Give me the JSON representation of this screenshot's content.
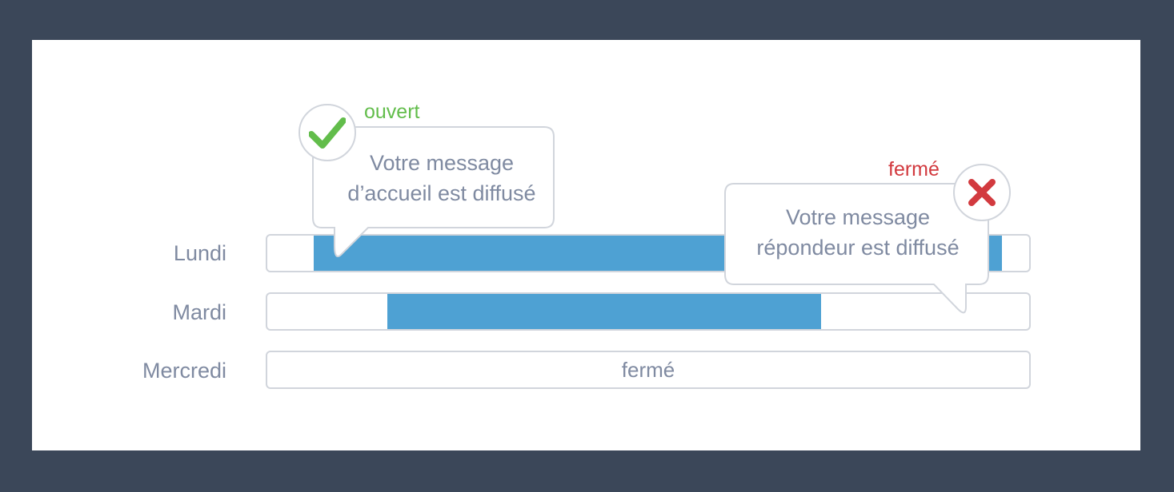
{
  "days": [
    {
      "label": "Lundi"
    },
    {
      "label": "Mardi"
    },
    {
      "label": "Mercredi",
      "closed_text": "fermé"
    }
  ],
  "callout_open": {
    "status_word": "ouvert",
    "line1": "Votre message",
    "line2": "d’accueil est diffusé",
    "icon": "check-icon",
    "color": "#62bd4b"
  },
  "callout_closed": {
    "status_word": "fermé",
    "line1": "Votre message",
    "line2": "répondeur est diffusé",
    "icon": "close-icon",
    "color": "#d23a3f"
  },
  "colors": {
    "background": "#3b4759",
    "panel": "#ffffff",
    "bar_fill": "#4ea1d3",
    "text_muted": "#7f8aa1",
    "border": "#d1d5dc"
  }
}
